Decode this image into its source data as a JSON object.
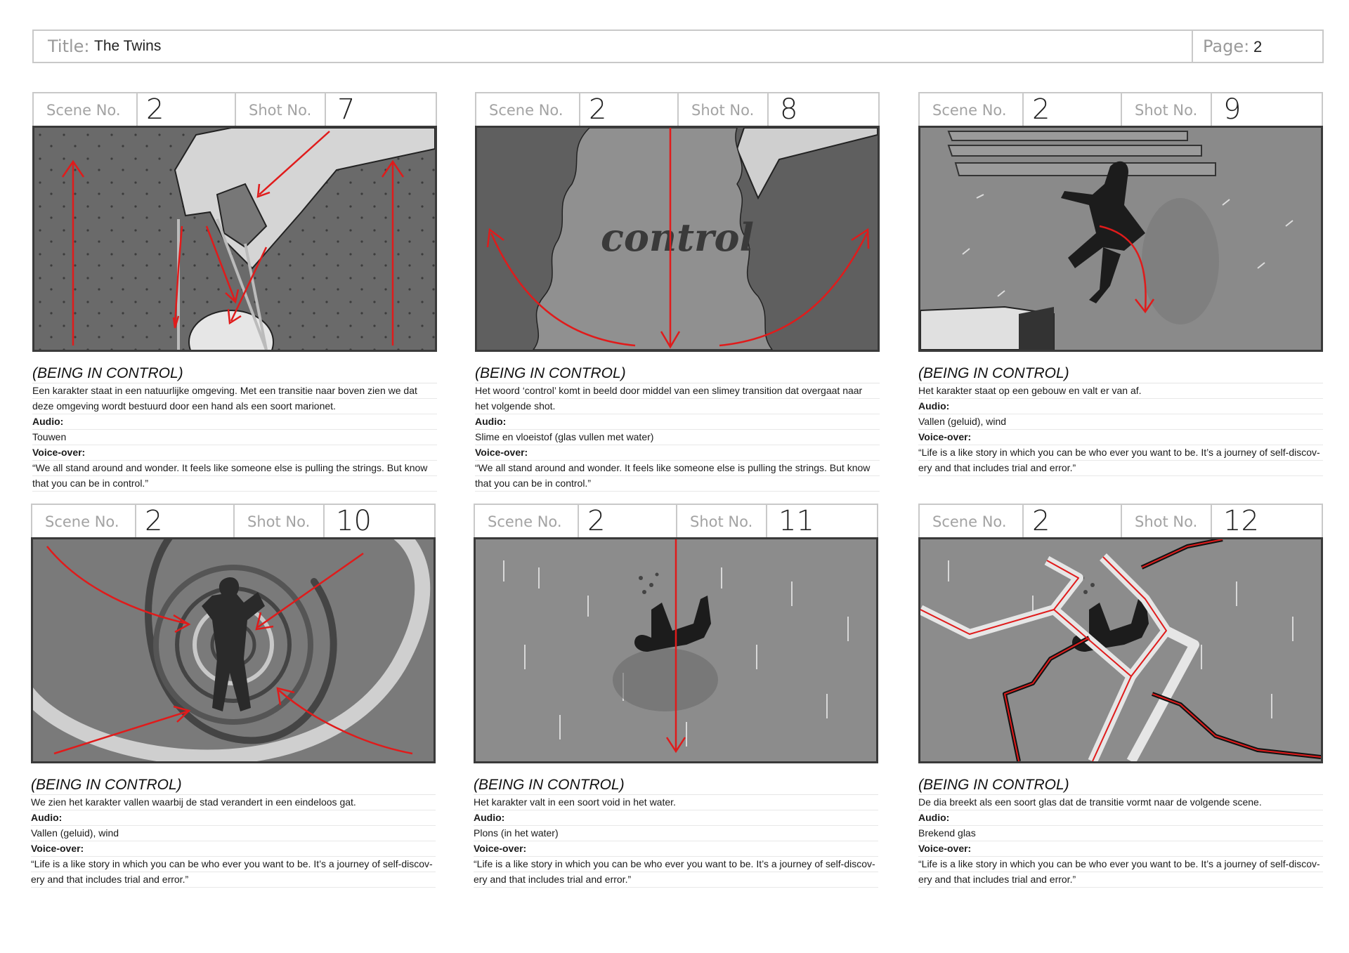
{
  "header": {
    "title_label": "Title:",
    "title_value": "The Twins",
    "page_label": "Page:",
    "page_value": "2"
  },
  "labels": {
    "scene": "Scene No.",
    "shot": "Shot No.",
    "audio": "Audio:",
    "voiceover": "Voice-over:"
  },
  "panels": [
    {
      "scene": "2",
      "shot": "7",
      "heading": "(BEING IN CONTROL)",
      "desc": [
        "Een karakter staat in een natuurlijke omgeving. Met een transitie naar boven zien we dat",
        "deze omgeving wordt bestuurd door een hand als een soort marionet."
      ],
      "audio": "Touwen",
      "voiceover": [
        "“We all stand around and wonder. It feels like someone else is pulling the strings. But know",
        "that you can be in control.”"
      ]
    },
    {
      "scene": "2",
      "shot": "8",
      "heading": "(BEING IN CONTROL)",
      "frame_text": "control",
      "desc": [
        "Het woord ‘control’ komt in beeld door middel van een slimey transition dat overgaat naar",
        "het volgende shot."
      ],
      "audio": "Slime en vloeistof (glas vullen met water)",
      "voiceover": [
        "“We all stand around and wonder. It feels like someone else is pulling the strings. But know",
        "that you can be in control.”"
      ]
    },
    {
      "scene": "2",
      "shot": "9",
      "heading": "(BEING IN CONTROL)",
      "desc": [
        "Het karakter staat op een gebouw en valt er van af."
      ],
      "audio": "Vallen (geluid), wind",
      "voiceover": [
        "“Life is a like story in which you can be who ever you want to be. It’s a journey of self-discov-",
        "ery and that includes trial and error.”"
      ]
    },
    {
      "scene": "2",
      "shot": "10",
      "heading": "(BEING IN CONTROL)",
      "desc": [
        "We zien het karakter vallen waarbij de stad verandert in een eindeloos gat."
      ],
      "audio": "Vallen (geluid), wind",
      "voiceover": [
        "“Life is a like story in which you can be who ever you want to be. It’s a journey of self-discov-",
        "ery and that includes trial and error.”"
      ]
    },
    {
      "scene": "2",
      "shot": "11",
      "heading": "(BEING IN CONTROL)",
      "desc": [
        "Het karakter valt in een soort void in het water."
      ],
      "audio": "Plons (in het water)",
      "voiceover": [
        "“Life is a like story in which you can be who ever you want to be. It’s a journey of self-discov-",
        "ery and that includes trial and error.”"
      ]
    },
    {
      "scene": "2",
      "shot": "12",
      "heading": "(BEING IN CONTROL)",
      "desc": [
        "De dia breekt als een soort glas dat de transitie vormt naar de volgende scene."
      ],
      "audio": "Brekend glas",
      "voiceover": [
        "“Life is a like story in which you can be who ever you want to be. It’s a journey of self-discov-",
        "ery and that includes trial and error.”"
      ]
    }
  ],
  "colors": {
    "arrow": "#e01b1b",
    "frame_border": "#3a3a3a",
    "grid_line": "#c9c9c9"
  }
}
